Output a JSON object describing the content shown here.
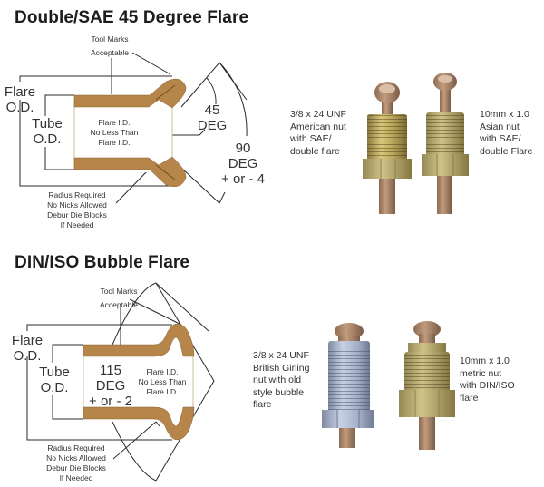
{
  "sections": [
    {
      "title": "Double/SAE 45 Degree Flare",
      "diagram": {
        "tool_marks_label": [
          "Tool Marks",
          "Acceptable"
        ],
        "flare_od_label": [
          "Flare",
          "O.D."
        ],
        "tube_od_label": [
          "Tube",
          "O.D."
        ],
        "flare_id_label": [
          "Flare I.D.",
          "No Less Than",
          "Flare I.D."
        ],
        "angle_inner_label": [
          "45",
          "DEG"
        ],
        "angle_outer_label": [
          "90",
          "DEG",
          "+ or - 4"
        ],
        "radius_label": [
          "Radius Required",
          "No Nicks Allowed",
          "Debur Die Blocks",
          "If Needed"
        ]
      },
      "photos": [
        {
          "caption": [
            "3/8 x 24 UNF",
            "American nut",
            "with SAE/",
            "double flare"
          ],
          "finish": "gold"
        },
        {
          "caption": [
            "10mm x 1.0",
            "Asian nut",
            "with SAE/",
            "double Flare"
          ],
          "finish": "gold"
        }
      ]
    },
    {
      "title": "DIN/ISO Bubble Flare",
      "diagram": {
        "tool_marks_label": [
          "Tool Marks",
          "Acceptable"
        ],
        "flare_od_label": [
          "Flare",
          "O.D."
        ],
        "tube_od_label": [
          "Tube",
          "O.D."
        ],
        "flare_id_label": [
          "Flare I.D.",
          "No Less Than",
          "Flare I.D."
        ],
        "angle_label": [
          "115",
          "DEG",
          "+ or - 2"
        ],
        "radius_label": [
          "Radius Required",
          "No Nicks Allowed",
          "Debur Die Blocks",
          "If Needed"
        ]
      },
      "photos": [
        {
          "caption": [
            "3/8 x 24 UNF",
            "British Girling",
            "nut with old",
            "style bubble",
            "flare"
          ],
          "finish": "silver-blue"
        },
        {
          "caption": [
            "10mm  x 1.0",
            "metric nut",
            "with DIN/ISO",
            "flare"
          ],
          "finish": "gold"
        }
      ]
    }
  ],
  "colors": {
    "tube_wall": "#b5854a",
    "line": "#2a2a2a",
    "inner_line": "#cbbf9f"
  }
}
